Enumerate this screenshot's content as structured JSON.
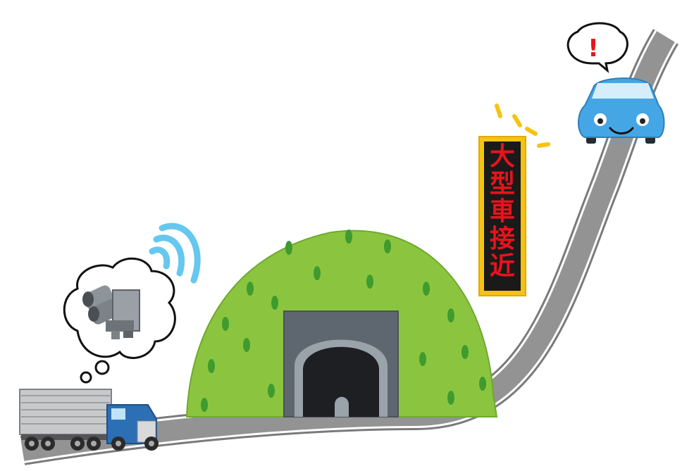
{
  "sign": {
    "chars": [
      "大",
      "型",
      "車",
      "接",
      "近"
    ]
  },
  "alert": {
    "symbol": "!"
  },
  "colors": {
    "road": "#8e8e8e",
    "road_edge": "#ffffff",
    "hill": "#8bc53f",
    "hill_spots": "#3f9b2e",
    "tunnel_frame": "#5e6770",
    "tunnel_inner": "#1e1f22",
    "sign_border": "#f5c312",
    "sign_body": "#1a1a1a",
    "sign_text": "#e8131b",
    "car": "#45a6e6",
    "truck_cab": "#2d6fb5",
    "truck_trailer": "#c8c9cb",
    "alert_mark": "#e8131b",
    "signal_waves": "#66c7ef"
  }
}
